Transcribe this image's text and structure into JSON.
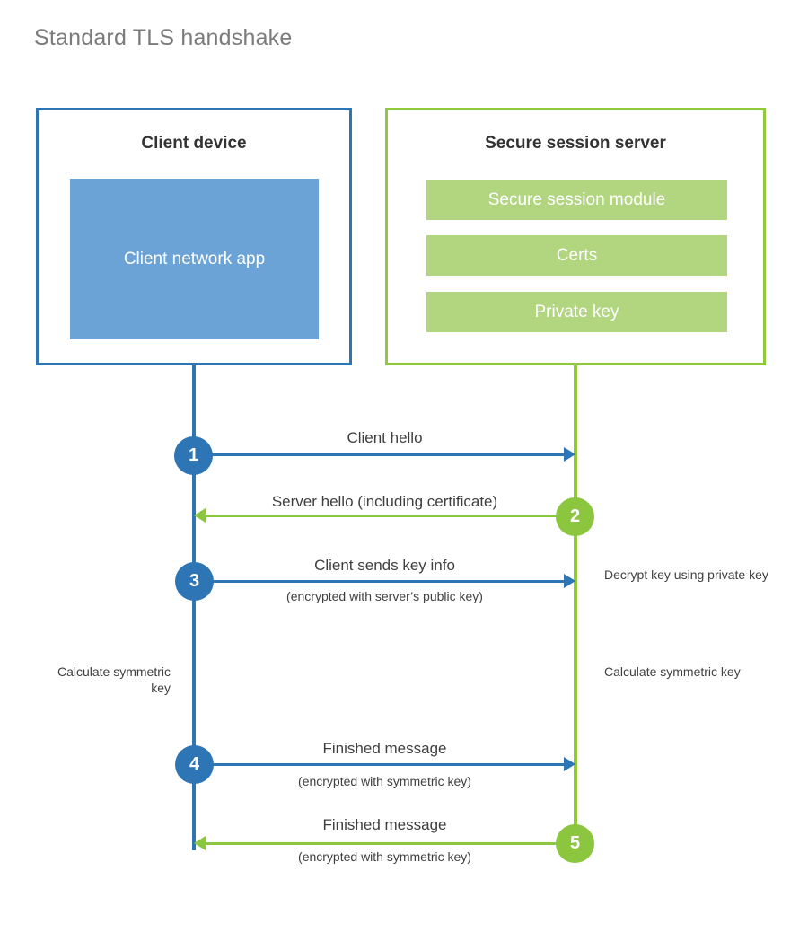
{
  "title": "Standard TLS handshake",
  "colors": {
    "client_border": "#2e75b6",
    "client_fill": "#6ba3d6",
    "server_border": "#92c83e",
    "server_fill": "#b2d680",
    "client_accent": "#2e75b6",
    "server_accent": "#8cc63f",
    "title_text": "#7b7b7b",
    "body_text": "#3f3f3f"
  },
  "client_panel": {
    "title": "Client device",
    "app_label": "Client network app"
  },
  "server_panel": {
    "title": "Secure session server",
    "bars": [
      {
        "label": "Secure session module"
      },
      {
        "label": "Certs"
      },
      {
        "label": "Private key"
      }
    ]
  },
  "steps": [
    {
      "number": "1",
      "direction": "client-to-server",
      "color": "blue",
      "label": "Client hello",
      "sublabel": ""
    },
    {
      "number": "2",
      "direction": "server-to-client",
      "color": "green",
      "label": "Server hello (including certificate)",
      "sublabel": ""
    },
    {
      "number": "3",
      "direction": "client-to-server",
      "color": "blue",
      "label": "Client sends key info",
      "sublabel": "(encrypted with server’s public key)"
    },
    {
      "number": "4",
      "direction": "client-to-server",
      "color": "blue",
      "label": "Finished message",
      "sublabel": "(encrypted with symmetric key)"
    },
    {
      "number": "5",
      "direction": "server-to-client",
      "color": "green",
      "label": "Finished message",
      "sublabel": "(encrypted with symmetric key)"
    }
  ],
  "notes": {
    "decrypt": "Decrypt key using private key",
    "calculate_client": "Calculate symmetric key",
    "calculate_server": "Calculate symmetric key"
  }
}
